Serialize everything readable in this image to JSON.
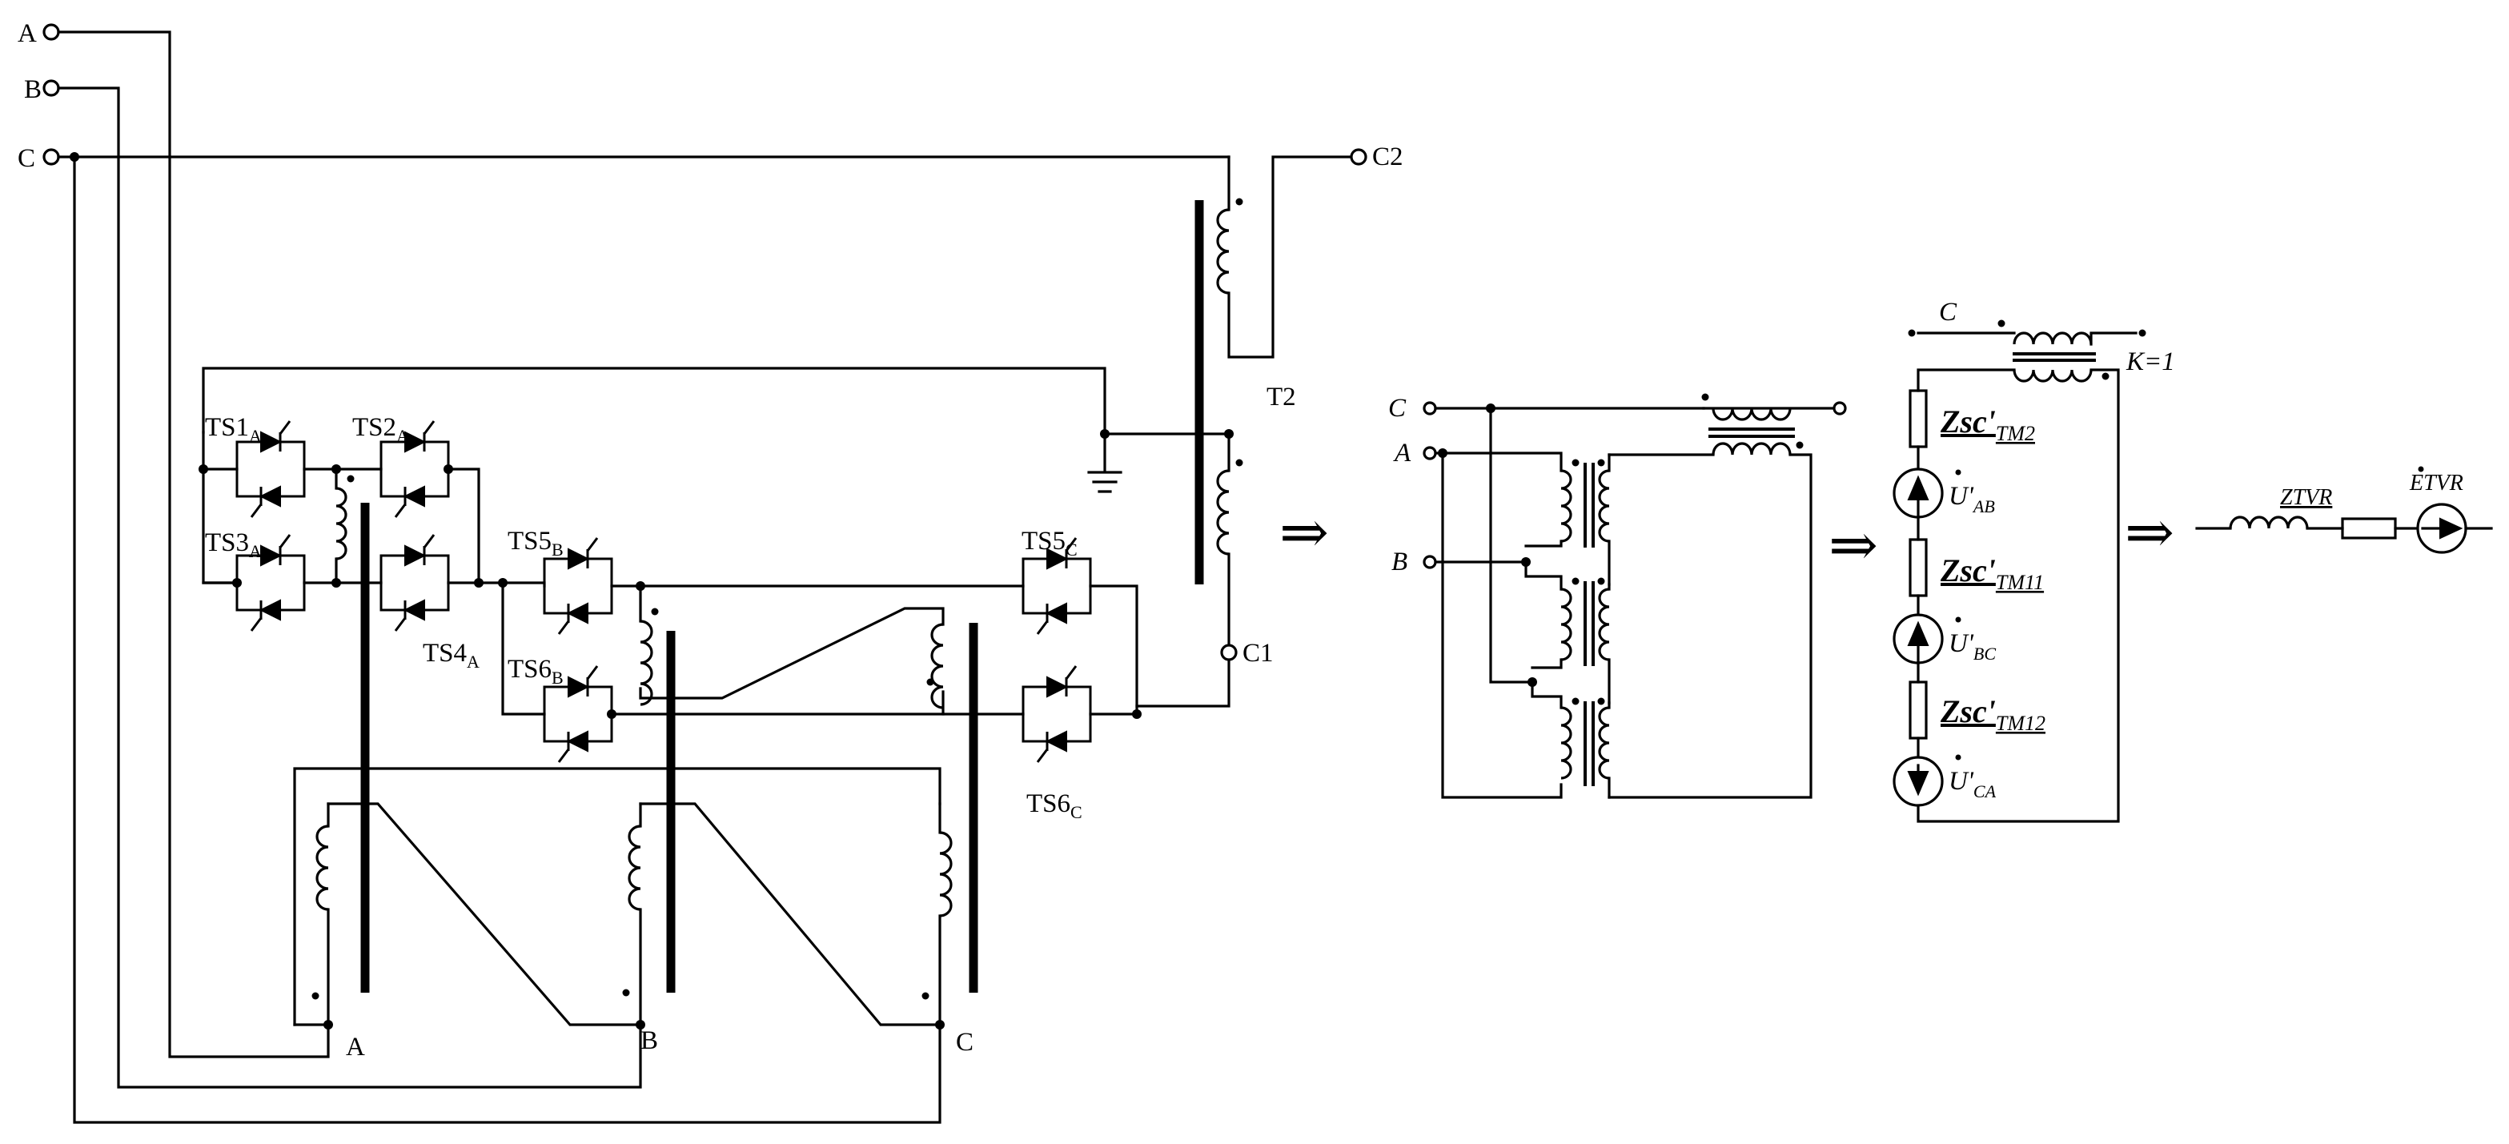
{
  "inputs": {
    "a": "A",
    "b": "B",
    "c": "C"
  },
  "outputs": {
    "c2": "C2",
    "c1": "C1"
  },
  "transformer": "T2",
  "switches": [
    {
      "base": "TS1",
      "sub": "A"
    },
    {
      "base": "TS2",
      "sub": "A"
    },
    {
      "base": "TS3",
      "sub": "A"
    },
    {
      "base": "TS4",
      "sub": "A"
    },
    {
      "base": "TS5",
      "sub": "B"
    },
    {
      "base": "TS6",
      "sub": "B"
    },
    {
      "base": "TS5",
      "sub": "C"
    },
    {
      "base": "TS6",
      "sub": "C"
    }
  ],
  "windings": {
    "a": "A",
    "b": "B",
    "c": "C"
  },
  "equiv1": {
    "c": "C",
    "a": "A",
    "b": "B"
  },
  "equiv2": {
    "c": "C",
    "k": "K=1",
    "z1": {
      "main": "Zsc'",
      "sub": "TM2"
    },
    "z2": {
      "main": "Zsc'",
      "sub": "TM11"
    },
    "z3": {
      "main": "Zsc'",
      "sub": "TM12"
    },
    "u1": {
      "main": "U'",
      "sub": "AB"
    },
    "u2": {
      "main": "U'",
      "sub": "BC"
    },
    "u3": {
      "main": "U'",
      "sub": "CA"
    }
  },
  "equiv3": {
    "z": "ZTVR",
    "e": "ETVR"
  },
  "arrow_symbol": "⇒"
}
